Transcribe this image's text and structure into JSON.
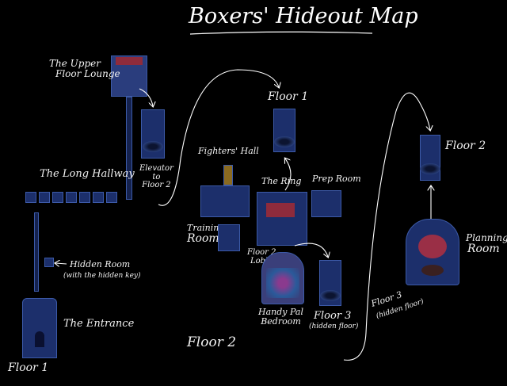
{
  "title": "Boxers' Hideout Map",
  "labels": {
    "upper_lounge": [
      "The Upper",
      "Floor Lounge"
    ],
    "long_hallway": "The Long Hallway",
    "hidden_room": "Hidden Room",
    "hidden_room_note": "(with the hidden key)",
    "entrance": "The Entrance",
    "floor1_bottom": "Floor 1",
    "elevator": [
      "Elevator",
      "to",
      "Floor 2"
    ],
    "fighters_hall": "Fighters' Hall",
    "training_room": [
      "Training",
      "Room"
    ],
    "the_ring": "The Ring",
    "prep_room": "Prep Room",
    "floor2_lobby": [
      "Floor 2",
      "Lobby"
    ],
    "handy_pal_bedroom": [
      "Handy Pal",
      "Bedroom"
    ],
    "floor3_hidden": "Floor 3",
    "floor3_hidden_note": "(hidden floor)",
    "floor2_big": "Floor 2",
    "floor1_top": "Floor 1",
    "floor3_right": "Floor 3",
    "floor3_right_note": "(hidden floor)",
    "floor2_right": "Floor 2",
    "planning_room": [
      "Planning",
      "Room"
    ]
  },
  "colors": {
    "background": "#000000",
    "room": "#1c2f6b",
    "line": "#ffffff"
  }
}
